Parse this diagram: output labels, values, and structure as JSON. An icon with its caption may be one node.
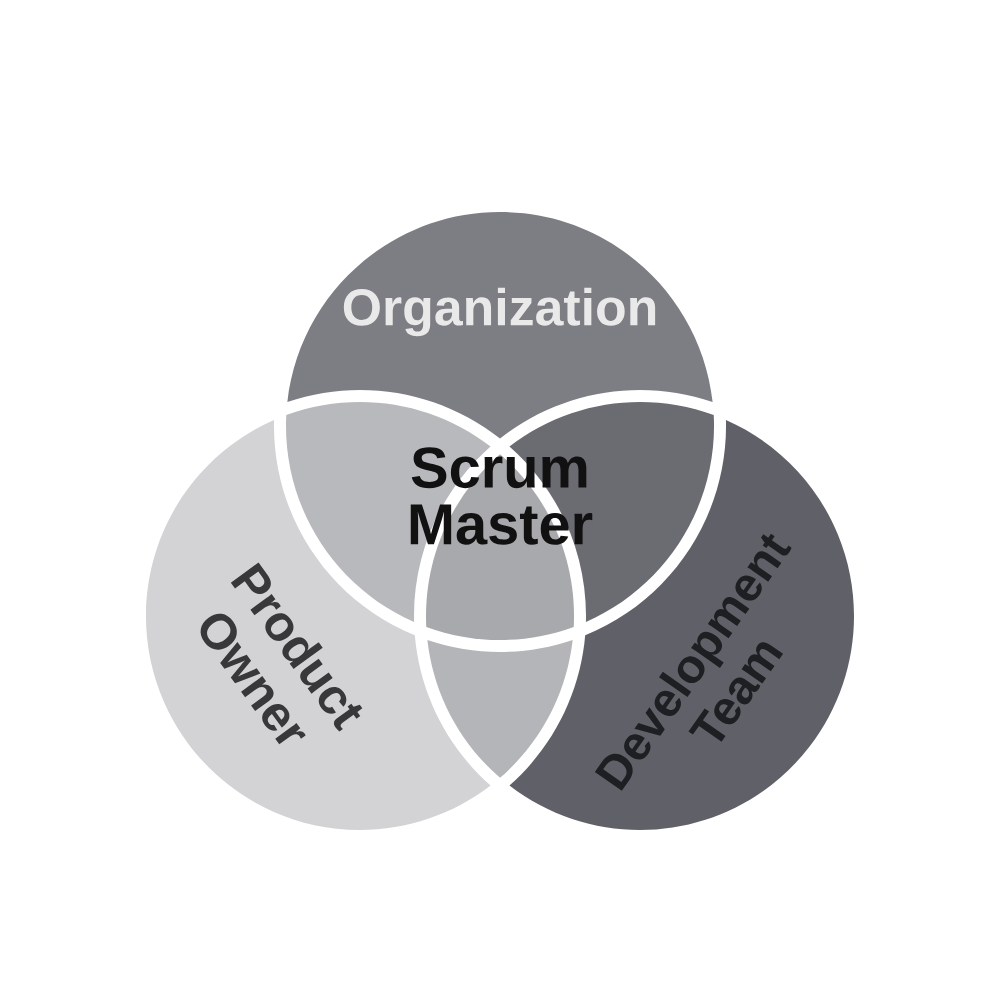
{
  "diagram": {
    "nodes": [
      {
        "text": [
          "Organization"
        ]
      },
      {
        "text": [
          "Product Owner"
        ]
      },
      {
        "text": [
          "Development Team"
        ]
      },
      {
        "text": [],
        "shape": "lens"
      },
      {
        "text": [],
        "shape": "lens"
      },
      {
        "text": [],
        "shape": "triangle"
      },
      {
        "text": [],
        "shape": "lens"
      }
    ],
    "labels": [
      "Scrum Master"
    ]
  }
}
